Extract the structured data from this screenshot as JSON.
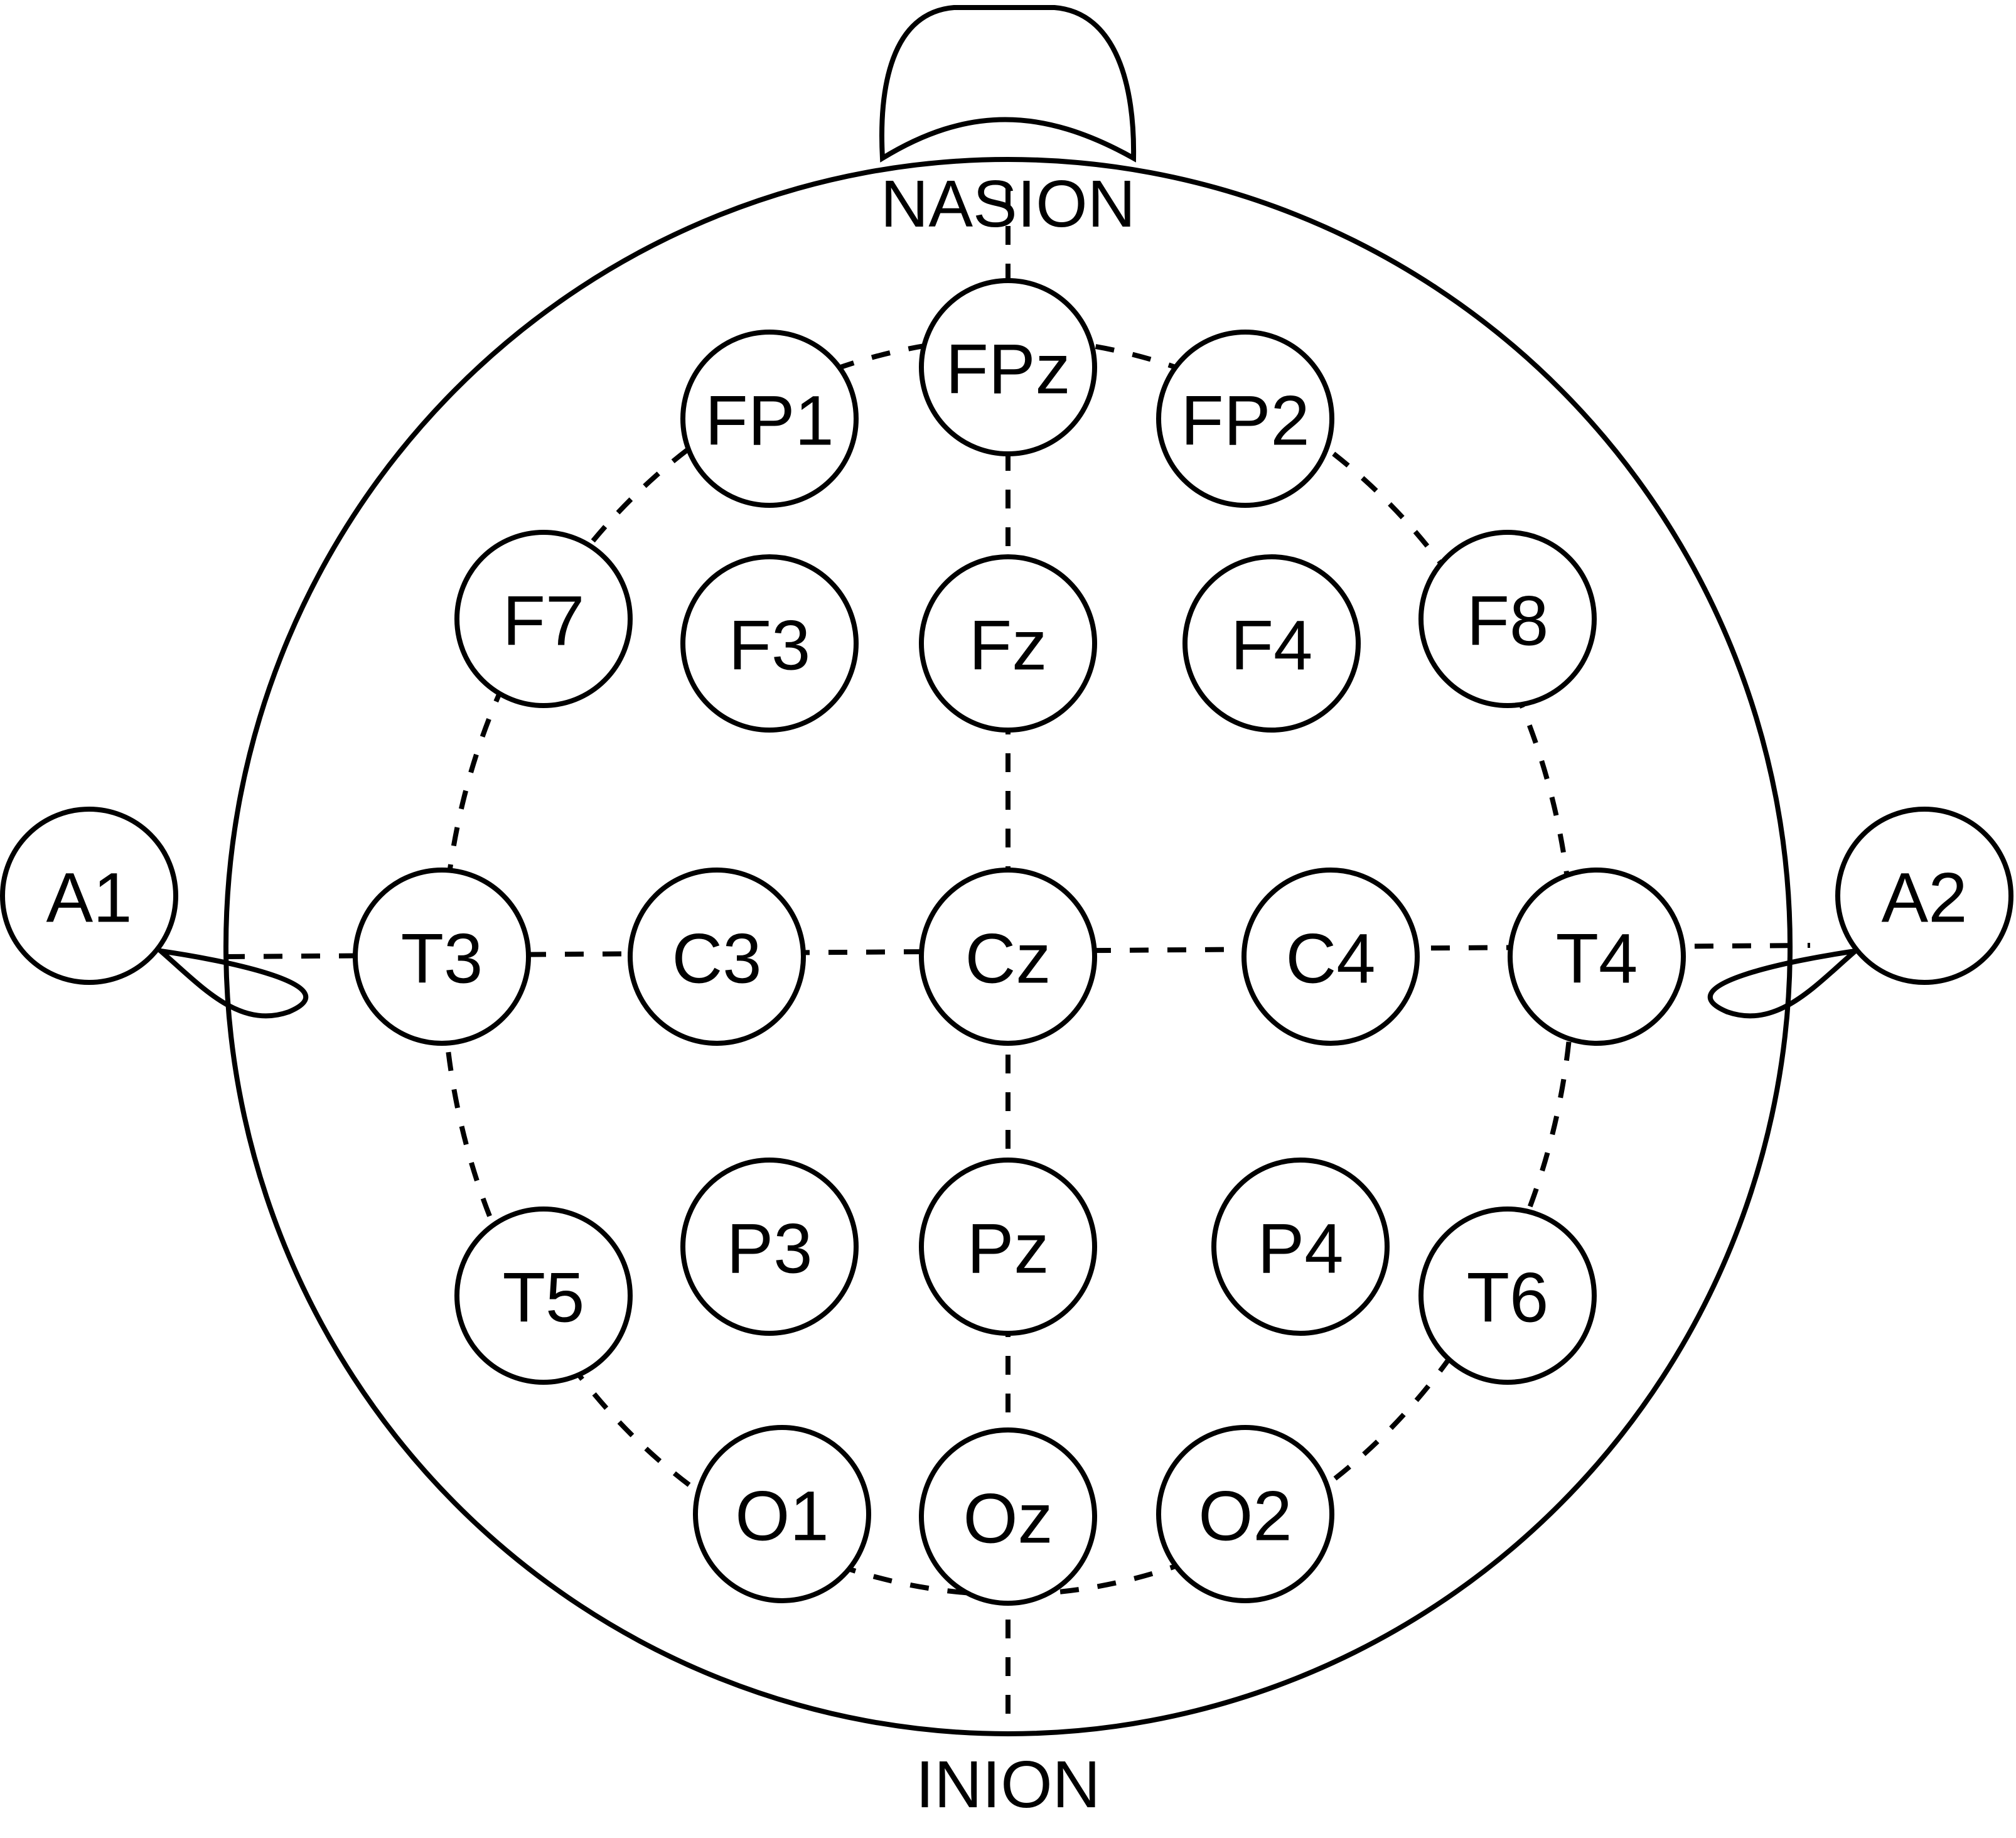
{
  "landmarks": {
    "nasion": "NASION",
    "inion": "INION"
  },
  "electrodes": {
    "fpz": "FPz",
    "fp1": "FP1",
    "fp2": "FP2",
    "f7": "F7",
    "f3": "F3",
    "fz": "Fz",
    "f4": "F4",
    "f8": "F8",
    "a1": "A1",
    "t3": "T3",
    "c3": "C3",
    "cz": "Cz",
    "c4": "C4",
    "t4": "T4",
    "a2": "A2",
    "t5": "T5",
    "p3": "P3",
    "pz": "Pz",
    "p4": "P4",
    "t6": "T6",
    "o1": "O1",
    "oz": "Oz",
    "o2": "O2"
  },
  "colors": {
    "stroke": "#000000",
    "background": "#ffffff"
  }
}
